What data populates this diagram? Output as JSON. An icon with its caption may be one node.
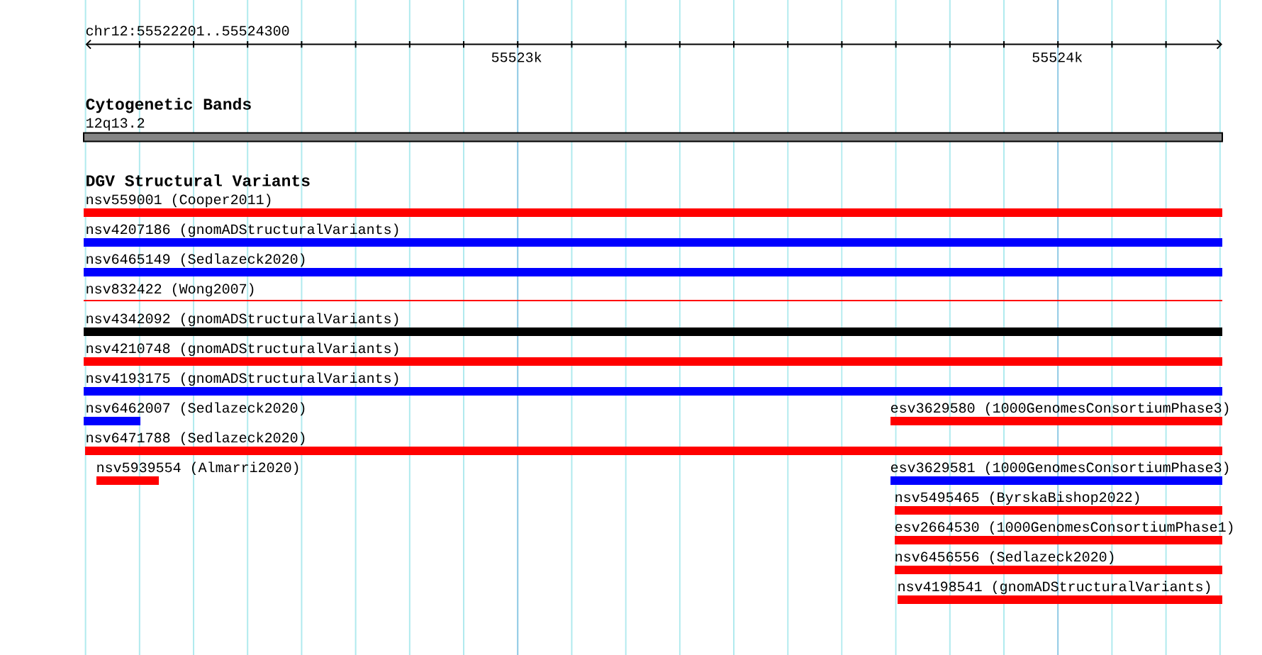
{
  "diagram": {
    "nodes": [
      {
        "text": [
          "12q13.2"
        ]
      },
      {
        "text": [
          "nsv559001 (Cooper2011)"
        ]
      },
      {
        "text": [
          "nsv4207186 (gnomADStructuralVariants)"
        ]
      },
      {
        "text": [
          "nsv6465149 (Sedlazeck2020)"
        ]
      },
      {
        "text": [
          "nsv832422 (Wong2007)"
        ]
      },
      {
        "text": [
          "nsv4342092 (gnomADStructuralVariants)"
        ]
      },
      {
        "text": [
          "nsv4210748 (gnomADStructuralVariants)"
        ]
      },
      {
        "text": [
          "nsv4193175 (gnomADStructuralVariants)"
        ]
      },
      {
        "text": [
          "nsv6462007 (Sedlazeck2020)"
        ]
      },
      {
        "text": [
          "esv3629580 (1000GenomesConsortiumPhase3)"
        ]
      },
      {
        "text": [
          "nsv6471788 (Sedlazeck2020)"
        ]
      },
      {
        "text": [
          "nsv5939554 (Almarri2020)"
        ]
      },
      {
        "text": [
          "esv3629581 (1000GenomesConsortiumPhase3)"
        ]
      },
      {
        "text": [
          "nsv5495465 (ByrskaBishop2022)"
        ]
      },
      {
        "text": [
          "esv2664530 (1000GenomesConsortiumPhase1)"
        ]
      },
      {
        "text": [
          "nsv6456556 (Sedlazeck2020)"
        ]
      },
      {
        "text": [
          "nsv4198541 (gnomADStructuralVariants)"
        ]
      }
    ],
    "labels": [
      "chr12:55522201..55524300",
      "55523k",
      "55524k",
      "Cytogenetic Bands",
      "DGV Structural Variants"
    ]
  }
}
